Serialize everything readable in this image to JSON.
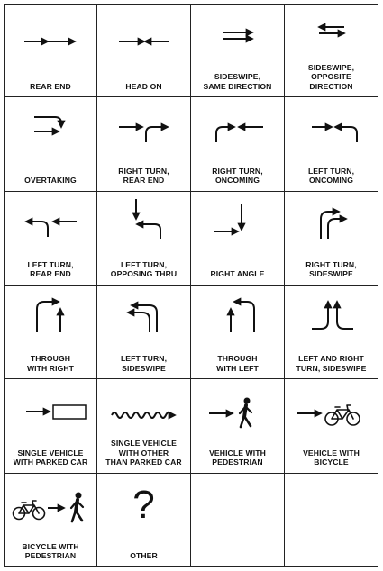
{
  "diagrams": [
    {
      "id": "rear-end",
      "label": "REAR END"
    },
    {
      "id": "head-on",
      "label": "HEAD ON"
    },
    {
      "id": "sideswipe-same",
      "label": "SIDESWIPE,\nSAME DIRECTION"
    },
    {
      "id": "sideswipe-opposite",
      "label": "SIDESWIPE,\nOPPOSITE\nDIRECTION"
    },
    {
      "id": "overtaking",
      "label": "OVERTAKING"
    },
    {
      "id": "right-turn-rear-end",
      "label": "RIGHT TURN,\nREAR END"
    },
    {
      "id": "right-turn-oncoming",
      "label": "RIGHT TURN,\nONCOMING"
    },
    {
      "id": "left-turn-oncoming",
      "label": "LEFT TURN,\nONCOMING"
    },
    {
      "id": "left-turn-rear-end",
      "label": "LEFT TURN,\nREAR END"
    },
    {
      "id": "left-turn-opposing-thru",
      "label": "LEFT TURN,\nOPPOSING THRU"
    },
    {
      "id": "right-angle",
      "label": "RIGHT ANGLE"
    },
    {
      "id": "right-turn-sideswipe",
      "label": "RIGHT TURN,\nSIDESWIPE"
    },
    {
      "id": "through-with-right",
      "label": "THROUGH\nWITH RIGHT"
    },
    {
      "id": "left-turn-sideswipe",
      "label": "LEFT TURN,\nSIDESWIPE"
    },
    {
      "id": "through-with-left",
      "label": "THROUGH\nWITH LEFT"
    },
    {
      "id": "left-right-turn-sideswipe",
      "label": "LEFT AND RIGHT\nTURN, SIDESWIPE"
    },
    {
      "id": "single-vehicle-parked",
      "label": "SINGLE VEHICLE\nWITH PARKED CAR"
    },
    {
      "id": "single-vehicle-other",
      "label": "SINGLE VEHICLE\nWITH OTHER\nTHAN PARKED CAR"
    },
    {
      "id": "vehicle-pedestrian",
      "label": "VEHICLE WITH\nPEDESTRIAN"
    },
    {
      "id": "vehicle-bicycle",
      "label": "VEHICLE WITH\nBICYCLE"
    },
    {
      "id": "bicycle-pedestrian",
      "label": "BICYCLE WITH\nPEDESTRIAN"
    },
    {
      "id": "other",
      "label": "OTHER",
      "symbol": "?"
    }
  ]
}
